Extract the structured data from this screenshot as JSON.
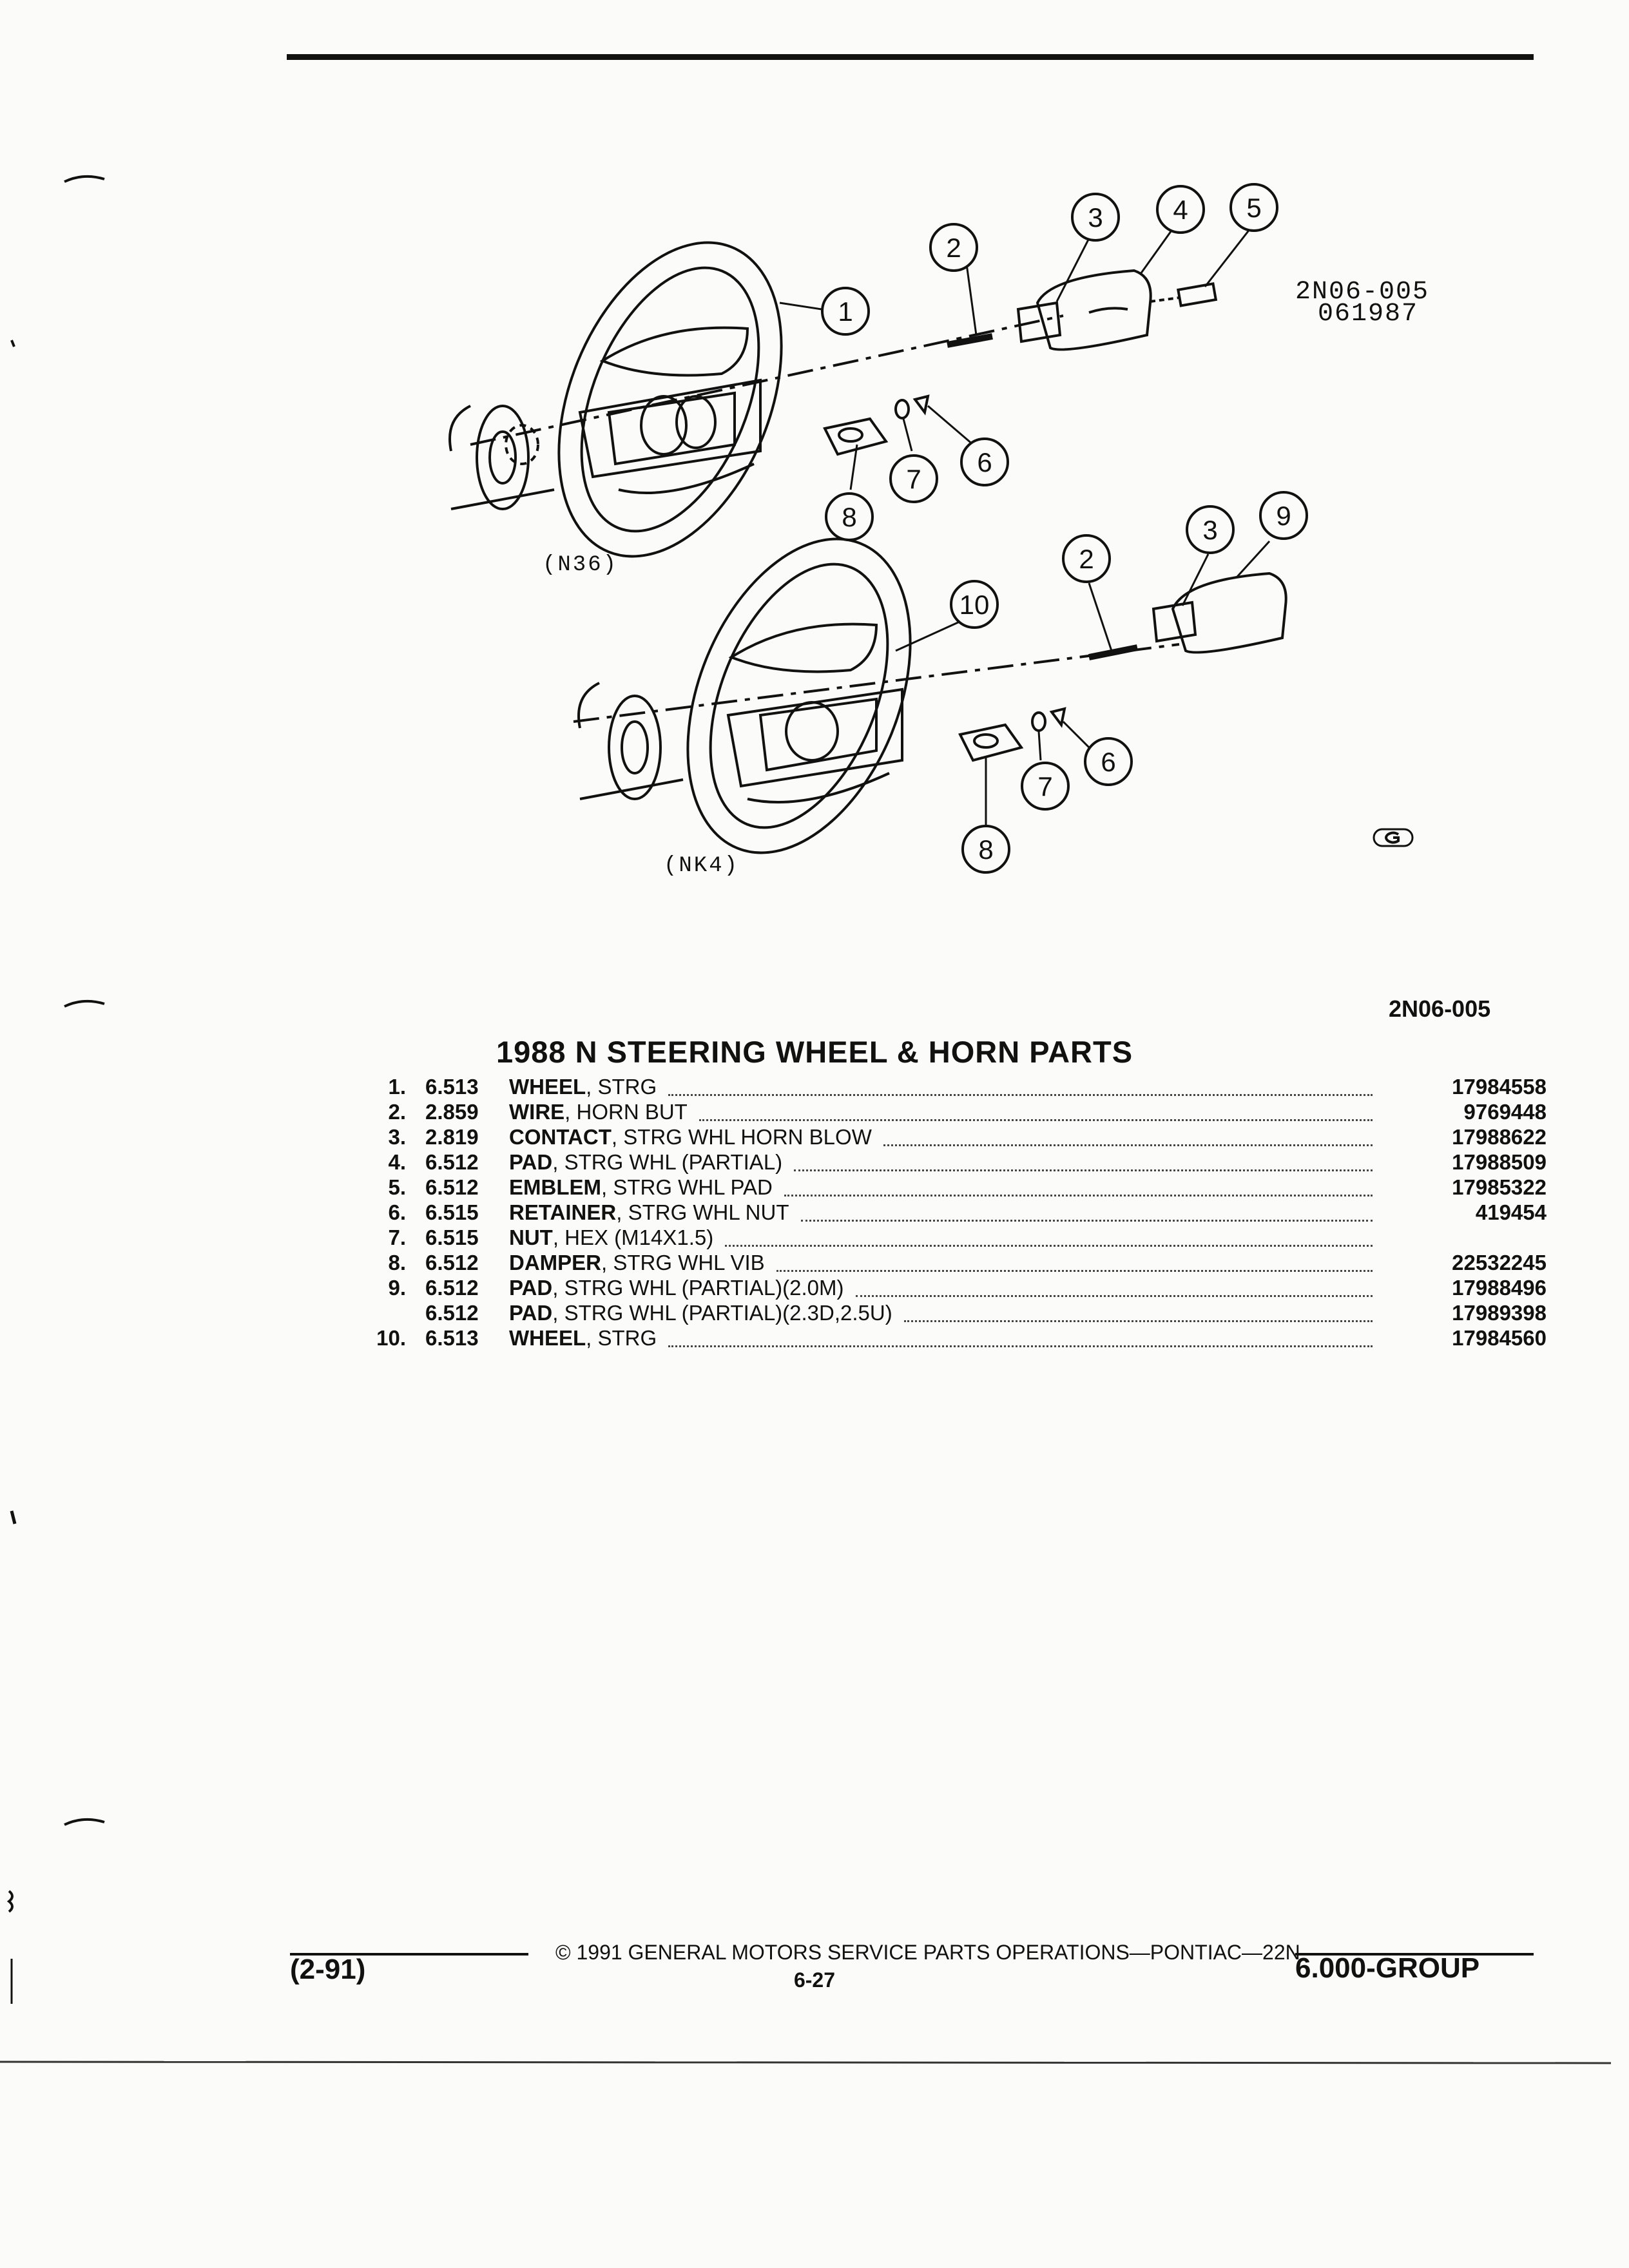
{
  "diagram": {
    "code_label_1": "2N06-005",
    "code_label_2": "061987",
    "variant_a": "(N36)",
    "variant_b": "(NK4)",
    "callouts_top": [
      "1",
      "2",
      "3",
      "4",
      "5",
      "6",
      "7",
      "8"
    ],
    "callouts_bottom": [
      "10",
      "2",
      "3",
      "9",
      "6",
      "7",
      "8"
    ]
  },
  "diagram_id": "2N06-005",
  "title": "1988 N STEERING WHEEL & HORN PARTS",
  "parts": [
    {
      "num": "1.",
      "group": "6.513",
      "name": "WHEEL",
      "desc": ", STRG",
      "part": "17984558"
    },
    {
      "num": "2.",
      "group": "2.859",
      "name": "WIRE",
      "desc": ", HORN BUT",
      "part": "9769448"
    },
    {
      "num": "3.",
      "group": "2.819",
      "name": "CONTACT",
      "desc": ", STRG WHL HORN BLOW",
      "part": "17988622"
    },
    {
      "num": "4.",
      "group": "6.512",
      "name": "PAD",
      "desc": ", STRG WHL (PARTIAL)",
      "part": "17988509"
    },
    {
      "num": "5.",
      "group": "6.512",
      "name": "EMBLEM",
      "desc": ", STRG WHL PAD",
      "part": "17985322"
    },
    {
      "num": "6.",
      "group": "6.515",
      "name": "RETAINER",
      "desc": ", STRG WHL NUT",
      "part": "419454"
    },
    {
      "num": "7.",
      "group": "6.515",
      "name": "NUT",
      "desc": ", HEX (M14X1.5)",
      "part": ""
    },
    {
      "num": "8.",
      "group": "6.512",
      "name": "DAMPER",
      "desc": ", STRG WHL VIB",
      "part": "22532245"
    },
    {
      "num": "9.",
      "group": "6.512",
      "name": "PAD",
      "desc": ", STRG WHL (PARTIAL)(2.0M)",
      "part": "17988496"
    },
    {
      "num": "",
      "group": "6.512",
      "name": "PAD",
      "desc": ", STRG WHL (PARTIAL)(2.3D,2.5U)",
      "part": "17989398"
    },
    {
      "num": "10.",
      "group": "6.513",
      "name": "WHEEL",
      "desc": ", STRG",
      "part": "17984560"
    }
  ],
  "footer": {
    "date": "(2-91)",
    "copyright": "© 1991 GENERAL MOTORS SERVICE PARTS OPERATIONS—PONTIAC—22N",
    "page": "6-27",
    "group": "6.000-GROUP"
  },
  "icons": [
    "steering-wheel-illustration",
    "gm-logo-icon"
  ]
}
